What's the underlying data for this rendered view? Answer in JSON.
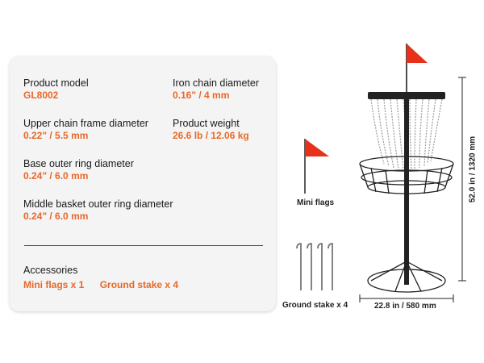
{
  "specs": {
    "product_model": {
      "label": "Product model",
      "value": "GL8002"
    },
    "iron_chain_diameter": {
      "label": "Iron chain diameter",
      "value": "0.16\" / 4 mm"
    },
    "upper_chain_frame_diameter": {
      "label": "Upper chain frame diameter",
      "value": "0.22\" / 5.5 mm"
    },
    "product_weight": {
      "label": "Product weight",
      "value": "26.6 lb / 12.06 kg"
    },
    "base_outer_ring_diameter": {
      "label": "Base outer ring diameter",
      "value": "0.24\" / 6.0 mm"
    },
    "middle_basket_outer_ring_diameter": {
      "label": "Middle basket outer ring diameter",
      "value": "0.24\" / 6.0 mm"
    }
  },
  "accessories": {
    "heading": "Accessories",
    "items": [
      "Mini flags x 1",
      "Ground stake x 4"
    ]
  },
  "captions": {
    "mini_flags": "Mini flags",
    "ground_stake": "Ground stake x 4",
    "width_dimension": "22.8 in / 580 mm",
    "height_dimension": "52.0 in / 1320 mm"
  },
  "colors": {
    "accent": "#e8682a",
    "flag": "#e8311a",
    "card_background": "#f4f4f4"
  }
}
